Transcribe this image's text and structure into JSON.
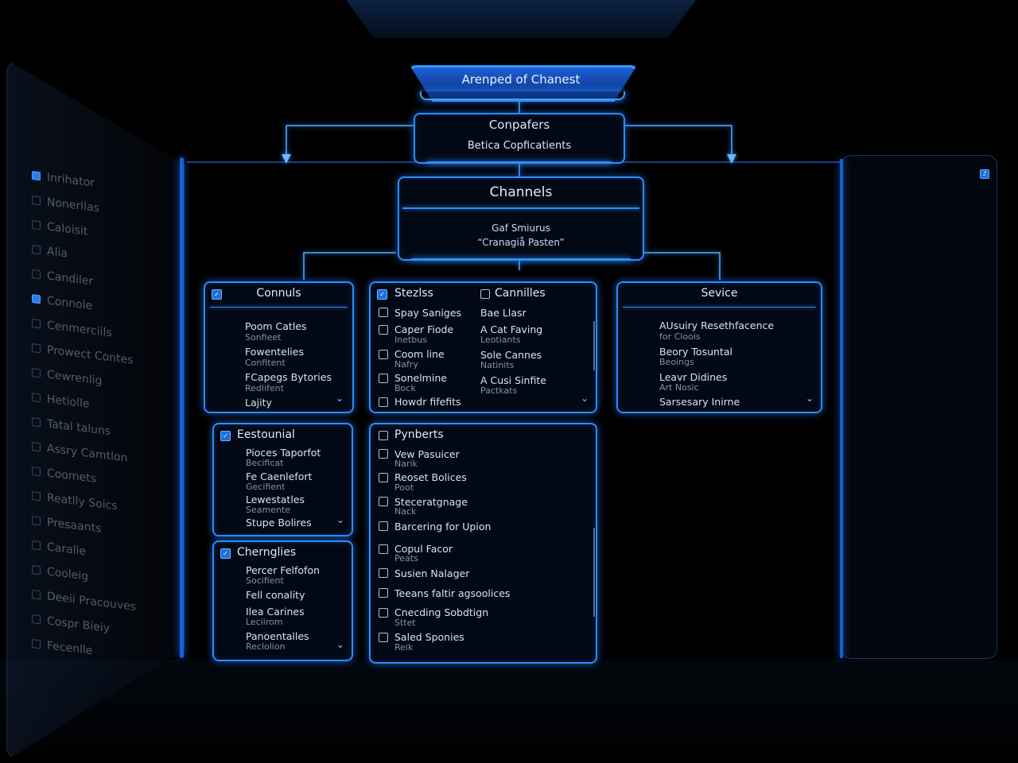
{
  "header": {
    "title": "Arenped of Chanest"
  },
  "nodes": {
    "companies": {
      "title": "Conpafers",
      "subtitle": "Betica Copficatients"
    },
    "channels": {
      "title": "Channels",
      "line1": "Gaf Smiurus",
      "line2": "“Cranagiå Pasten”"
    }
  },
  "left_panel": {
    "items": [
      {
        "label": "Inrihator",
        "checked": true
      },
      {
        "label": "Nonerllas",
        "checked": false
      },
      {
        "label": "Caloisit",
        "checked": false
      },
      {
        "label": "Alia",
        "checked": false
      },
      {
        "label": "Candiler",
        "checked": false
      },
      {
        "label": "Connole",
        "checked": true
      },
      {
        "label": "Cenmerciils",
        "checked": false
      },
      {
        "label": "Prowect Contes",
        "checked": false
      },
      {
        "label": "Cewrenlig",
        "checked": false
      },
      {
        "label": "Hetiolle",
        "checked": false
      },
      {
        "label": "Tatal taluns",
        "checked": false
      },
      {
        "label": "Assry Camtlon",
        "checked": false
      },
      {
        "label": "Coomets",
        "checked": false
      },
      {
        "label": "Reatlly Soics",
        "checked": false
      },
      {
        "label": "Presaants",
        "checked": false
      },
      {
        "label": "Caralie",
        "checked": false
      },
      {
        "label": "Cooleig",
        "checked": false
      },
      {
        "label": "Deeii Pracouves",
        "checked": false
      },
      {
        "label": "Cospr Bieiy",
        "checked": false
      },
      {
        "label": "Fecenlle",
        "checked": false
      }
    ]
  },
  "panels": {
    "connuls": {
      "title": "Connuls",
      "entries": [
        {
          "label": "Poom Catles",
          "sub": "Sonfieet"
        },
        {
          "label": "Fowentelies",
          "sub": "Confitent"
        },
        {
          "label": "FCapegs Bytories",
          "sub": "Redlifent"
        },
        {
          "label": "Lajity",
          "sub": ""
        }
      ]
    },
    "stezlss": {
      "title_a": "Stezlss",
      "title_b": "Cannilles",
      "col_a": [
        {
          "label": "Spay Saniges",
          "sub": ""
        },
        {
          "label": "Caper Fiode",
          "sub": "Inetbus"
        },
        {
          "label": "Coom line",
          "sub": "Nafry"
        },
        {
          "label": "Sonelmine",
          "sub": "Bock"
        },
        {
          "label": "Howdr fifefits",
          "sub": ""
        }
      ],
      "col_b": [
        {
          "label": "Bae Llasr",
          "sub": ""
        },
        {
          "label": "A Cat Faving",
          "sub": "Leotiants"
        },
        {
          "label": "Sole Cannes",
          "sub": "Natinits"
        },
        {
          "label": "A Cusi Sinfite",
          "sub": "Pactkats"
        }
      ]
    },
    "sevice": {
      "title": "Sevice",
      "entries": [
        {
          "label": "AUsuiry Resethfacence",
          "sub": "for Cloois"
        },
        {
          "label": "Beory Tosuntal",
          "sub": "Beoings"
        },
        {
          "label": "Leavr Didines",
          "sub": "Art Nosic"
        },
        {
          "label": "Sarsesary Inirne",
          "sub": ""
        }
      ]
    },
    "eestounial": {
      "title": "Eestounial",
      "entries": [
        {
          "label": "Pioces Taporfot",
          "sub": "Becificat"
        },
        {
          "label": "Fe Caenlefort",
          "sub": "Gecifient"
        },
        {
          "label": "Lewestatles",
          "sub": "Seamente"
        },
        {
          "label": "Stupe Bolires",
          "sub": ""
        }
      ]
    },
    "chernglies": {
      "title": "Chernglies",
      "entries": [
        {
          "label": "Percer Felfofon",
          "sub": "Socifient"
        },
        {
          "label": "Fell conality",
          "sub": ""
        },
        {
          "label": "Ilea Carines",
          "sub": "Leciirom"
        },
        {
          "label": "Panoentalles",
          "sub": "Reclolion"
        }
      ]
    },
    "pynberts": {
      "title": "Pynberts",
      "entries": [
        {
          "label": "Vew Pasuicer",
          "sub": "Narik"
        },
        {
          "label": "Reoset Bolices",
          "sub": "Poot"
        },
        {
          "label": "Steceratgnage",
          "sub": "Nack"
        },
        {
          "label": "Barcering for Upion",
          "sub": ""
        },
        {
          "label": "Copul Facor",
          "sub": "Peats"
        },
        {
          "label": "Susien Nalager",
          "sub": ""
        },
        {
          "label": "Teeans faltir agsoolices",
          "sub": ""
        },
        {
          "label": "Cnecding Sobdtign",
          "sub": "Sttet"
        },
        {
          "label": "Saled Sponies",
          "sub": "Reik"
        }
      ]
    }
  },
  "colors": {
    "accent": "#2b8cff",
    "background": "#000000",
    "text": "#d7e4f4",
    "muted": "#7f93ad"
  },
  "icons": [
    "chevron-down-icon",
    "checkbox-icon"
  ]
}
